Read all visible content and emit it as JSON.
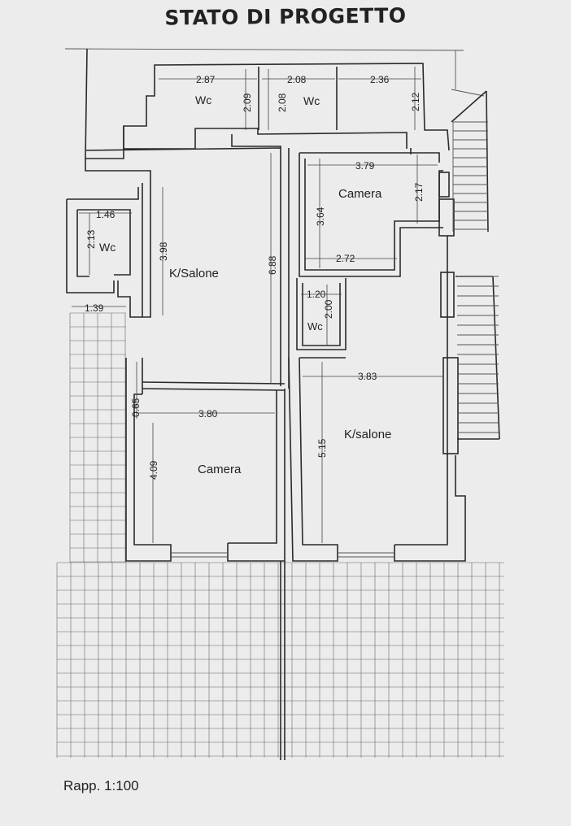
{
  "title": "STATO DI PROGETTO",
  "scale": "Rapp. 1:100",
  "rooms": {
    "wc_top_left": "Wc",
    "wc_top_right": "Wc",
    "wc_left": "Wc",
    "k_salone_left": "K/Salone",
    "camera_top_right": "Camera",
    "wc_small": "Wc",
    "k_salone_right": "K/salone",
    "camera_bottom_left": "Camera"
  },
  "dimensions": {
    "d287": "2.87",
    "d209": "2.09",
    "d208a": "2.08",
    "d208b": "2.08",
    "d236": "2.36",
    "d212": "2.12",
    "d379": "3.79",
    "d217": "2.17",
    "d364": "3.64",
    "d272": "2.72",
    "d146": "1.46",
    "d213": "2.13",
    "d398": "3.98",
    "d688": "6.88",
    "d139": "1.39",
    "d120": "1.20",
    "d200": "2.00",
    "d383": "3.83",
    "d065": "0.65",
    "d380": "3.80",
    "d515": "5.15",
    "d409": "4.09"
  }
}
